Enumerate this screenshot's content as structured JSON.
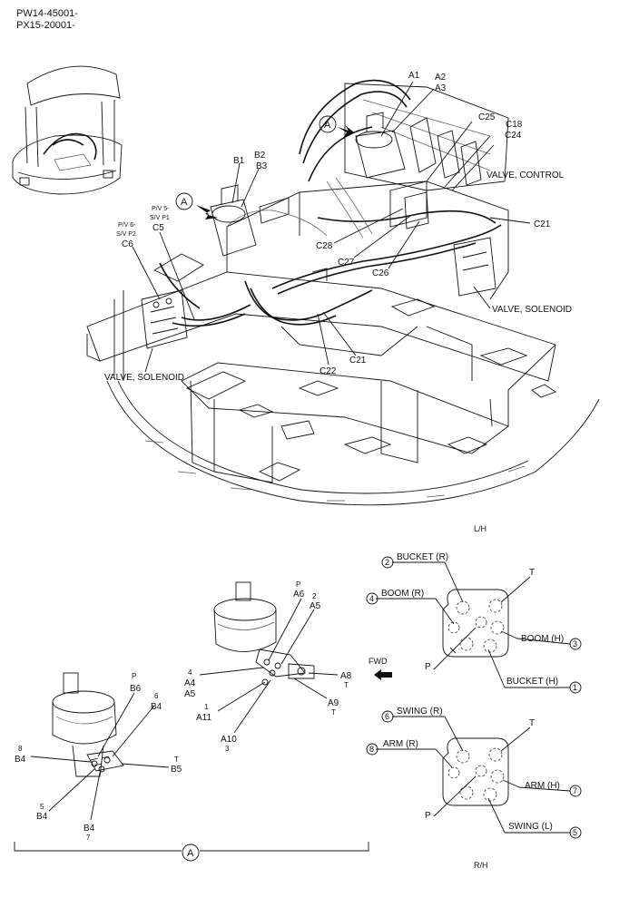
{
  "header": {
    "line1": "PW14-45001-",
    "line2": "PX15-20001-"
  },
  "top_labels": {
    "a1": "A1",
    "a2": "A2",
    "a3": "A3",
    "c25": "C25",
    "c18": "C18",
    "c24": "C24",
    "valve_control": "VALVE, CONTROL",
    "c21_right": "C21",
    "b1": "B1",
    "b2": "B2",
    "b3": "B3",
    "pv5_line1": "P/V 5-",
    "pv5_line2": "S/V P1",
    "c5": "C5",
    "pv6_line1": "P/V 6-",
    "pv6_line2": "S/V P2",
    "c6": "C6",
    "c28": "C28",
    "c27": "C27",
    "c26": "C26",
    "valve_solenoid_right": "VALVE, SOLENOID",
    "valve_solenoid_left": "VALVE, SOLENOID",
    "c22": "C22",
    "c21_bottom": "C21",
    "marker_a": "A"
  },
  "detail_a": {
    "p_label": "P",
    "a6": "A6",
    "num2": "2",
    "a5": "A5",
    "num4": "4",
    "a4": "A4",
    "a5_low": "A5",
    "a8": "A8",
    "t1": "T",
    "a9": "A9",
    "t2": "T",
    "num1": "1",
    "a11": "A11",
    "a10": "A10",
    "num3": "3",
    "fwd": "FWD",
    "p_b6": "P",
    "b6": "B6",
    "num6": "6",
    "b4_a": "B4",
    "num8": "8",
    "b4_b": "B4",
    "t_b5": "T",
    "b5": "B5",
    "num5": "5",
    "b4_c": "B4",
    "b4_d": "B4",
    "num7": "7",
    "group_label": "A"
  },
  "port_lh": {
    "side": "L/H",
    "bucket_r": "BUCKET (R)",
    "boom_r": "BOOM (R)",
    "t": "T",
    "boom_h": "BOOM (H)",
    "p": "P",
    "bucket_h": "BUCKET (H)",
    "n1": "1",
    "n2": "2",
    "n3": "3",
    "n4": "4"
  },
  "port_rh": {
    "side": "R/H",
    "swing_r": "SWING (R)",
    "arm_r": "ARM (R)",
    "t": "T",
    "arm_h": "ARM (H)",
    "p": "P",
    "swing_l": "SWING (L)",
    "n5": "5",
    "n6": "6",
    "n7": "7",
    "n8": "8"
  }
}
